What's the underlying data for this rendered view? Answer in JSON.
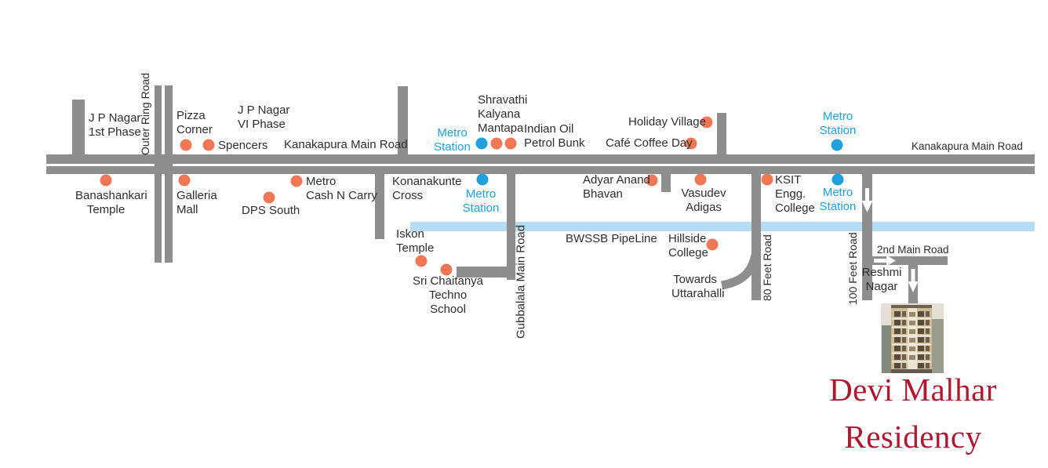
{
  "map_title": "Devi Malhar Residency location map",
  "project": {
    "name_line1": "Devi Malhar",
    "name_line2": "Residency"
  },
  "colors": {
    "road_gray": "#8e8e8e",
    "landmark_orange": "#f07857",
    "metro_blue": "#21a0de",
    "pipeline_blue": "#b5dcf4",
    "brand_red": "#b0182f",
    "label_black": "#2f2f2f"
  },
  "road_labels": {
    "outer_ring_road": "Outer Ring Road",
    "kanakapura_left": "Kanakapura Main Road",
    "kanakapura_right": "Kanakapura Main Road",
    "gubbalala": "Gubbalala Main Road",
    "feet80": "80 Feet Road",
    "feet100": "100 Feet Road",
    "second_main": "2nd Main Road",
    "bwssb": "BWSSB PipeLine"
  },
  "labels": {
    "jp_nagar_1st": "J P Nagar\n1st Phase",
    "pizza_corner": "Pizza\nCorner",
    "spencers": "Spencers",
    "jp_nagar_vi": "J P Nagar\nVI Phase",
    "shravathi": "Shravathi\nKalyana\nMantapa",
    "metro_station_1": "Metro\nStation",
    "indian_oil": "Indian Oil\nPetrol Bunk",
    "holiday_village": "Holiday Village",
    "cafe_coffee_day": "Café Coffee Day",
    "metro_station_top_right": "Metro\nStation",
    "banashankari": "Banashankari\nTemple",
    "galleria": "Galleria\nMall",
    "dps_south": "DPS South",
    "metro_cash": "Metro\nCash N Carry",
    "konanakunte": "Konanakunte\nCross",
    "metro_station_2": "Metro\nStation",
    "adyar": "Adyar Anand\nBhavan",
    "vasudev": "Vasudev\nAdigas",
    "ksit": "KSIT\nEngg.\nCollege",
    "metro_station_right_2": "Metro\nStation",
    "iskon": "Iskon\nTemple",
    "sri_chaitanya": "Sri Chaitanya\nTechno School",
    "hillside": "Hillside\nCollege",
    "uttarahalli": "Towards\nUttarahalli",
    "reshmi": "Reshmi\nNagar"
  }
}
